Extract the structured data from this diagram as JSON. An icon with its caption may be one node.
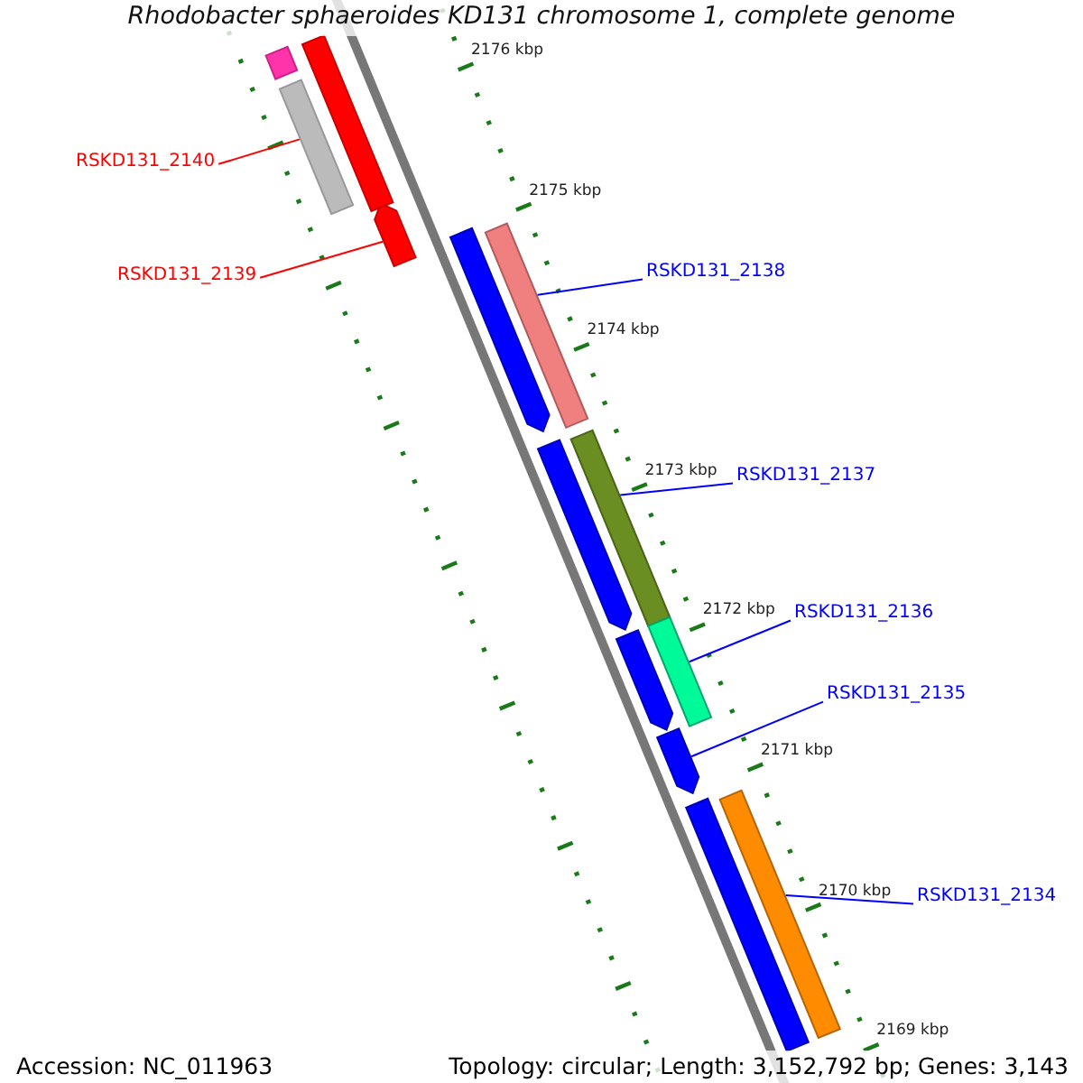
{
  "diagram": {
    "title": "Rhodobacter sphaeroides KD131 chromosome 1, complete genome",
    "nodes": [
      {
        "text": [
          "RSKD131_2140"
        ]
      },
      {
        "text": [],
        "shape": "bar"
      },
      {
        "text": [
          "RSKD131_2139"
        ]
      },
      {
        "text": [],
        "shape": "bar"
      },
      {
        "text": [
          "RSKD131_2138"
        ]
      },
      {
        "text": [],
        "shape": "bar"
      },
      {
        "text": [
          "RSKD131_2137"
        ]
      },
      {
        "text": [],
        "shape": "bar"
      },
      {
        "text": [
          "RSKD131_2136"
        ]
      },
      {
        "text": [],
        "shape": "bar"
      },
      {
        "text": [
          "RSKD131_2135"
        ]
      },
      {
        "text": [],
        "shape": "bar"
      },
      {
        "text": [
          "RSKD131_2134"
        ]
      },
      {
        "text": [],
        "shape": "bar"
      },
      {
        "text": [],
        "shape": "bar"
      },
      {
        "text": [],
        "shape": "bar"
      },
      {
        "text": [],
        "shape": "bar"
      },
      {
        "text": [],
        "shape": "bar"
      },
      {
        "text": [],
        "shape": "bar"
      },
      {
        "text": [],
        "shape": "bar"
      }
    ],
    "edges": [
      {
        "from": 0,
        "to": 1,
        "arrow": "none",
        "color": "#ff0000"
      },
      {
        "from": 2,
        "to": 3,
        "arrow": "none",
        "color": "#ff0000"
      },
      {
        "from": 4,
        "to": 5,
        "arrow": "none"
      },
      {
        "from": 6,
        "to": 7,
        "arrow": "none"
      },
      {
        "from": 8,
        "to": 9,
        "arrow": "none"
      },
      {
        "from": 10,
        "to": 11,
        "arrow": "none"
      },
      {
        "from": 12,
        "to": 13,
        "arrow": "none"
      }
    ],
    "labels": [
      "2176 kbp",
      "2175 kbp",
      "2174 kbp",
      "2173 kbp",
      "2172 kbp",
      "2171 kbp",
      "2170 kbp",
      "2169 kbp",
      "Accession: NC_011963",
      "Topology: circular; Length: 3,152,792 bp; Genes: 3,143"
    ]
  }
}
